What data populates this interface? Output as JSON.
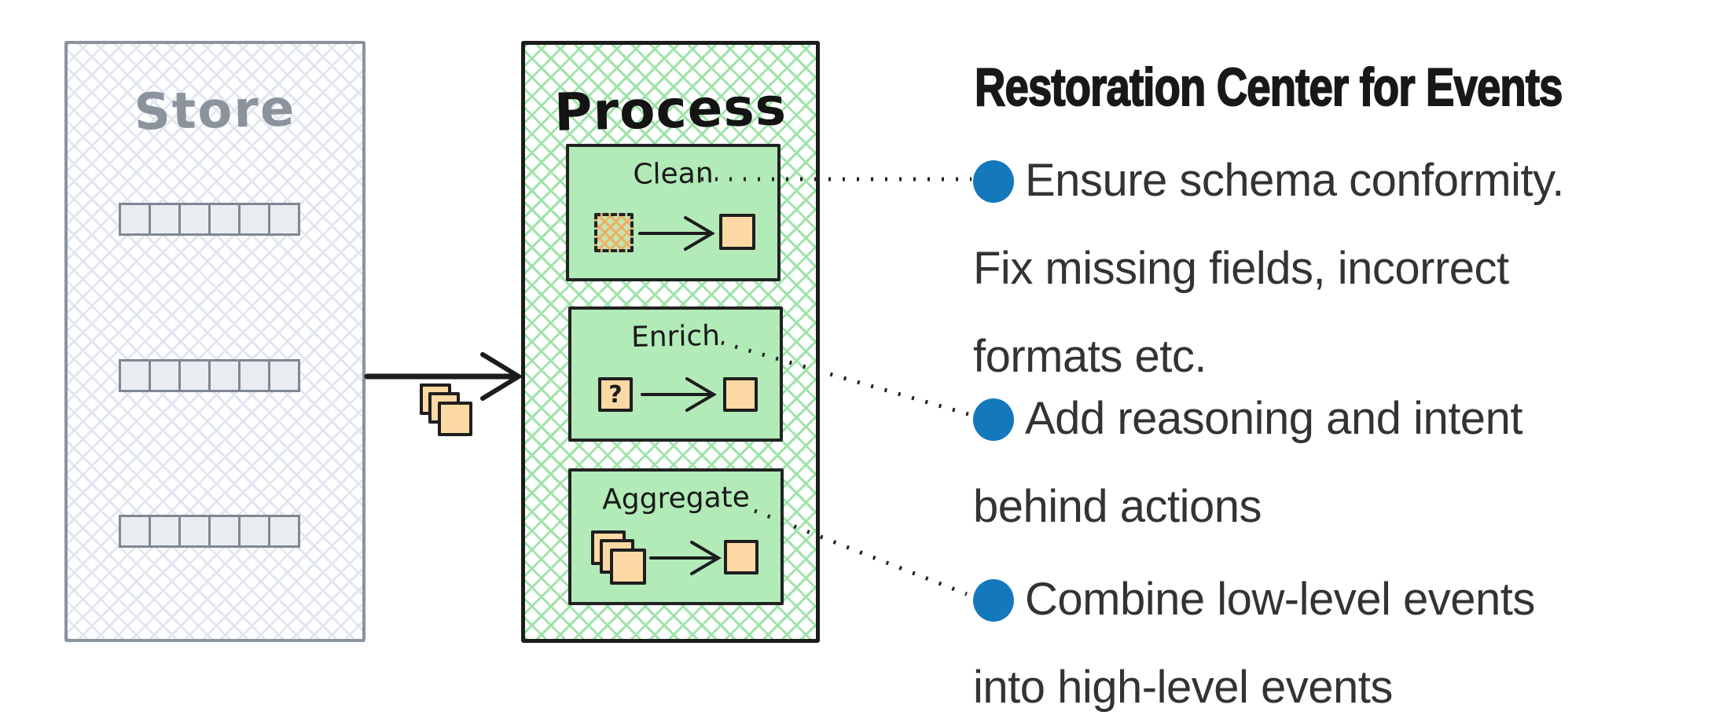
{
  "store": {
    "title": "Store",
    "row_count": 3,
    "cells_per_row": 6
  },
  "process": {
    "title": "Process",
    "steps": [
      {
        "label": "Clean"
      },
      {
        "label": "Enrich"
      },
      {
        "label": "Aggregate"
      }
    ]
  },
  "enrich_placeholder_glyph": "?",
  "notes": {
    "title": "Restoration Center for Events",
    "bullets": [
      {
        "lines": [
          "Ensure schema conformity.",
          "Fix missing fields, incorrect",
          "formats etc."
        ]
      },
      {
        "lines": [
          "Add reasoning and intent",
          "behind actions"
        ]
      },
      {
        "lines": [
          "Combine low-level events",
          "into high-level events"
        ]
      }
    ]
  },
  "colors": {
    "bullet_dot_blue": "#1478bd",
    "step_green_fill": "#b2eab8",
    "green_hatch_line": "#9fe3a9",
    "gray_hatch_line": "#e2e7ee",
    "orange_square_fill": "#fcd9a4",
    "store_border_gray": "#8a939e",
    "ink_black": "#1c1c1c",
    "note_text": "#333333",
    "store_title_gray": "#8b939d"
  }
}
